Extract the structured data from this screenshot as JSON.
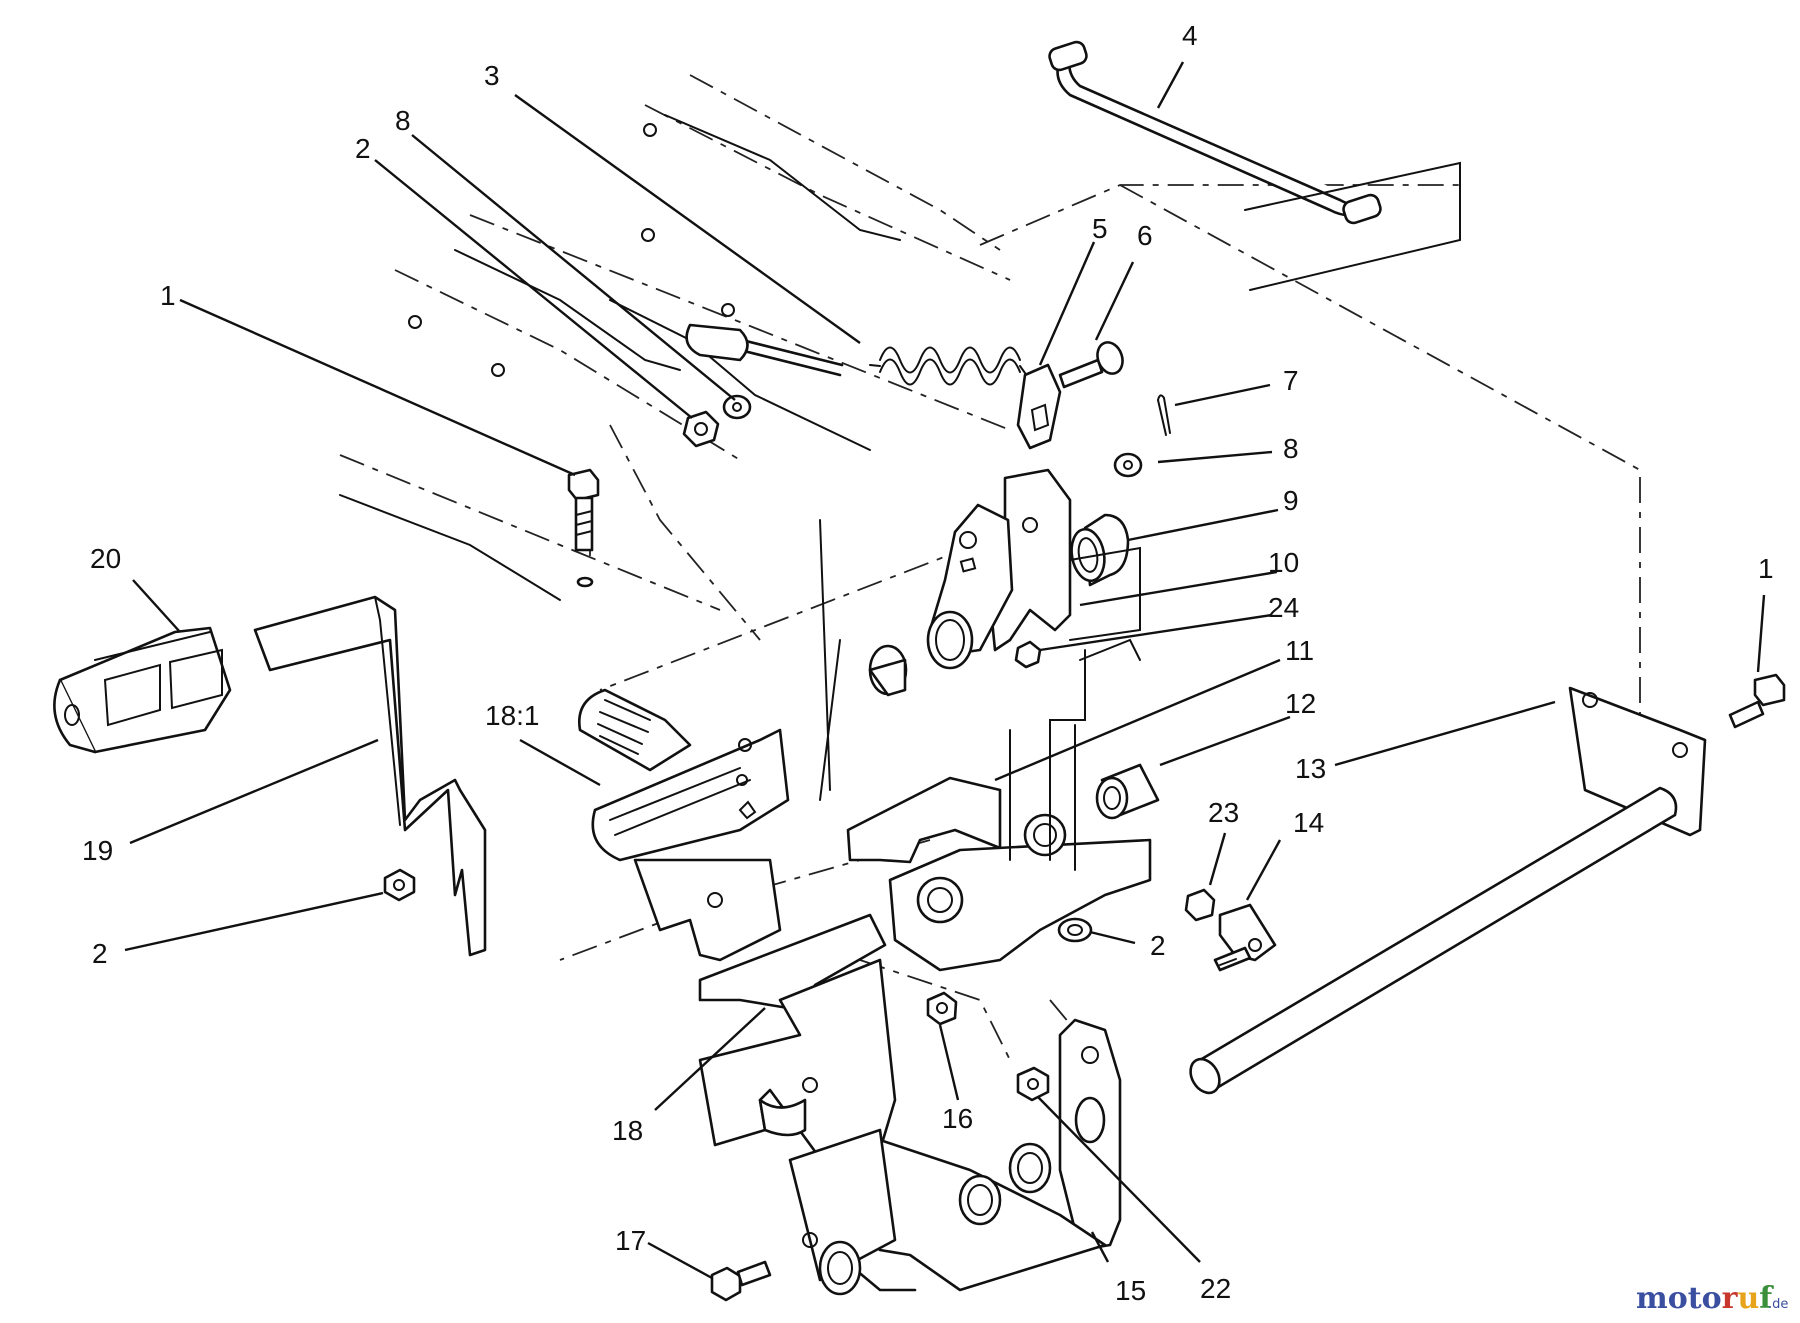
{
  "callouts": {
    "c1_bolt": "1",
    "c2_nut_top": "2",
    "c8_washer_top": "8",
    "c3_spring": "3",
    "c4_rod": "4",
    "c5_clip": "5",
    "c6_pin": "6",
    "c7_cotter": "7",
    "c8_washer": "8",
    "c9_bushing": "9",
    "c10_bracket": "10",
    "c24_nut": "24",
    "c11_plate": "11",
    "c12_spacer": "12",
    "c13_shaft": "13",
    "c1_bolt_right": "1",
    "c20_pad": "20",
    "c18_1_pedal": "18:1",
    "c19_pedal_arm": "19",
    "c2_nut_left": "2",
    "c23_nut": "23",
    "c14_swivel": "14",
    "c2_nut_mid": "2",
    "c18_pedal_bracket": "18",
    "c16_nut": "16",
    "c17_bolt": "17",
    "c15_mount": "15",
    "c22_nut": "22"
  },
  "watermark": {
    "brand": "motoruf",
    "suffix": ".de",
    "colors": [
      "#3a4fa0",
      "#c8372d",
      "#e8a31c",
      "#3a8f3a"
    ]
  },
  "icons": [
    "hex-bolt-icon",
    "hex-nut-icon",
    "flat-washer-icon",
    "cotter-pin-icon",
    "bushing-icon",
    "spring-icon"
  ]
}
